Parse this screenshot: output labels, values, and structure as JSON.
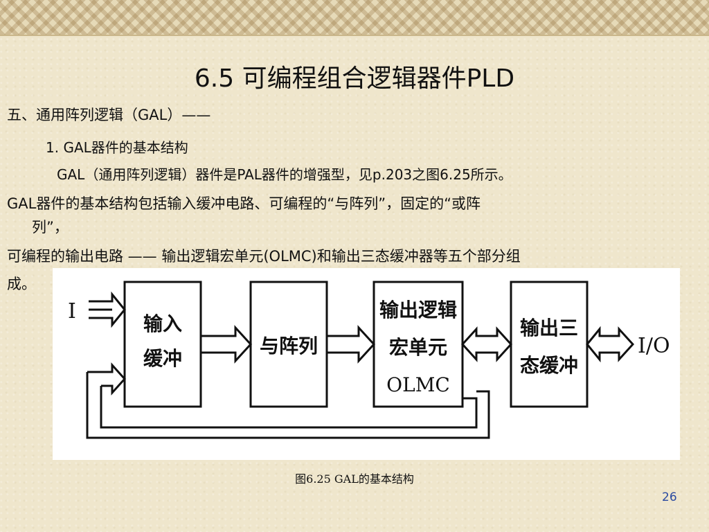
{
  "title": "6.5  可编程组合逻辑器件PLD",
  "lines": {
    "l1": "五、通用阵列逻辑（GAL）——",
    "l2": "1. GAL器件的基本结构",
    "l3": "GAL（通用阵列逻辑）器件是PAL器件的增强型，见p.203之图6.25所示。",
    "l4": "GAL器件的基本结构包括输入缓冲电路、可编程的“与阵列”，固定的“或阵",
    "l5": "列”，",
    "l6": "可编程的输出电路 —— 输出逻辑宏单元(OLMC)和输出三态缓冲器等五个部分组",
    "l7": "成。"
  },
  "diagram": {
    "input_label": "I",
    "io_label": "I/O",
    "block1": [
      "输入",
      "缓冲"
    ],
    "block2": "与阵列",
    "block3": [
      "输出逻辑",
      "宏单元",
      "OLMC"
    ],
    "block4": [
      "输出三",
      "态缓冲"
    ]
  },
  "caption": "图6.25  GAL的基本结构",
  "page_number": "26"
}
